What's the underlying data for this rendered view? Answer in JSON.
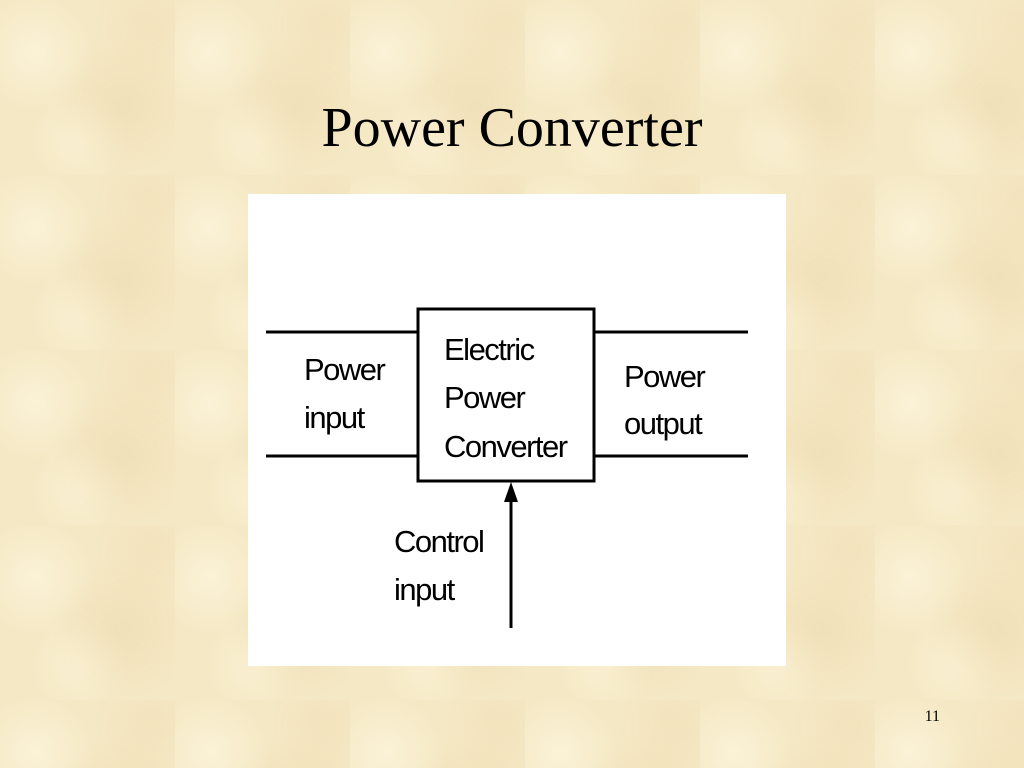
{
  "slide": {
    "title": "Power Converter",
    "page_number": "11"
  },
  "diagram": {
    "block": {
      "line1": "Electric",
      "line2": "Power",
      "line3": "Converter"
    },
    "power_input": {
      "line1": "Power",
      "line2": "input"
    },
    "power_output": {
      "line1": "Power",
      "line2": "output"
    },
    "control_input": {
      "line1": "Control",
      "line2": "input"
    }
  }
}
